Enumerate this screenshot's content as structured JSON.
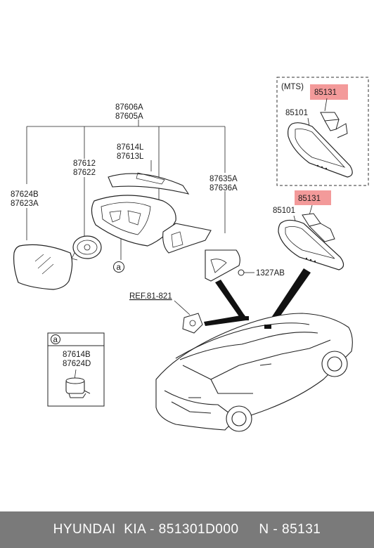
{
  "labels": {
    "mts": "(MTS)",
    "p85131_top": "85131",
    "p85101_top": "85101",
    "p85131_mid": "85131",
    "p85101_mid": "85101",
    "p87606A": "87606A",
    "p87605A": "87605A",
    "p87614L": "87614L",
    "p87613L": "87613L",
    "p87612": "87612",
    "p87622": "87622",
    "p87624B": "87624B",
    "p87623A": "87623A",
    "p87635A": "87635A",
    "p87636A": "87636A",
    "p1327AB": "1327AB",
    "ref": "REF.81-821",
    "callout": "a",
    "inset_callout": "a",
    "inset_87614B": "87614B",
    "inset_87624D": "87624D"
  },
  "footer": {
    "text": "HYUNDAI  KIA - 851301D000     N - 85131"
  },
  "colors": {
    "highlight": "#f39a9a",
    "footer_bg": "#7a7a7a",
    "line": "#1a1a1a"
  }
}
